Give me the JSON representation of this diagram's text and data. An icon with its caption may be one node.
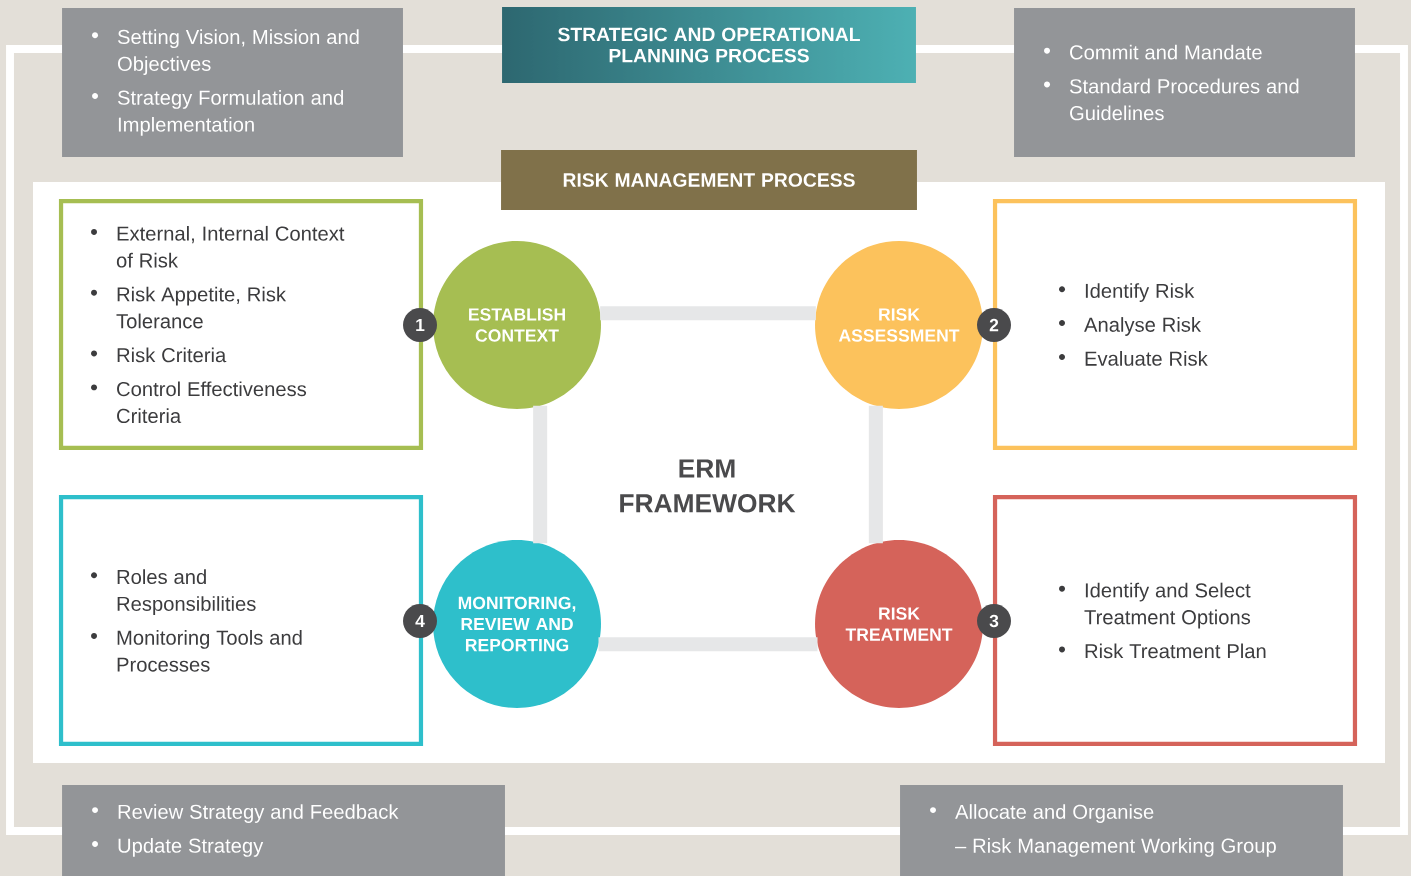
{
  "diagram": {
    "nodes": [
      {
        "text": [
          "Setting Vision, Mission and Objectives",
          "Strategy Formulation and Implementation"
        ]
      },
      {
        "text": [
          "STRATEGIC AND OPERATIONAL PLANNING PROCESS"
        ]
      },
      {
        "text": [
          "Commit and Mandate",
          "Standard Procedures and Guidelines"
        ]
      },
      {
        "text": [
          "RISK MANAGEMENT PROCESS"
        ]
      },
      {
        "text": [
          "External, Internal Context of Risk",
          "Risk Appetite, Risk Tolerance",
          "Risk Criteria",
          "Control Effectiveness Criteria"
        ]
      },
      {
        "text": [
          "ESTABLISH CONTEXT"
        ],
        "beside": [
          "1"
        ]
      },
      {
        "text": [
          "RISK ASSESSMENT"
        ],
        "beside": [
          "2"
        ]
      },
      {
        "text": [
          "Identify Risk",
          "Analyse Risk",
          "Evaluate Risk"
        ]
      },
      {
        "text": [
          "Roles and Responsibilities",
          "Monitoring Tools and Processes"
        ]
      },
      {
        "text": [
          "MONITORING, REVIEW AND REPORTING"
        ],
        "beside": [
          "4"
        ]
      },
      {
        "text": [
          "RISK TREATMENT"
        ],
        "beside": [
          "3"
        ]
      },
      {
        "text": [
          "Identify and Select Treatment Options",
          "Risk Treatment Plan"
        ]
      },
      {
        "text": [
          "Review Strategy and Feedback",
          "Update Strategy"
        ]
      },
      {
        "text": [
          "Allocate and Organise",
          "– Risk Management Working Group"
        ]
      }
    ],
    "edges": [
      {
        "from": 5,
        "to": 6,
        "arrow": "none"
      },
      {
        "from": 6,
        "to": 10,
        "arrow": "none"
      },
      {
        "from": 10,
        "to": 9,
        "arrow": "none"
      },
      {
        "from": 9,
        "to": 5,
        "arrow": "none"
      }
    ],
    "labels": [
      "ERM FRAMEWORK"
    ]
  }
}
